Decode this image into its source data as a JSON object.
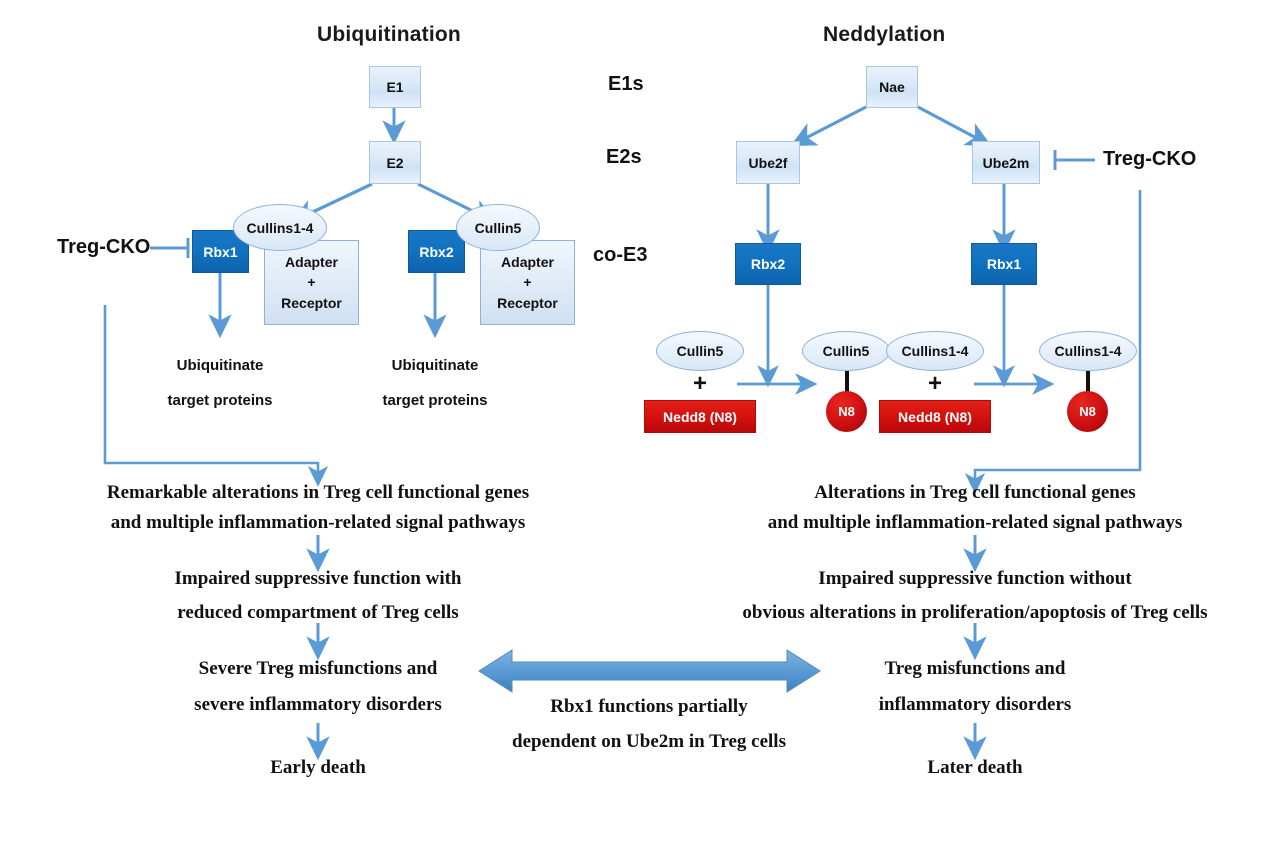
{
  "titles": {
    "left": "Ubiquitination",
    "right": "Neddylation"
  },
  "column_labels": {
    "e1s": "E1s",
    "e2s": "E2s",
    "coe3": "co-E3"
  },
  "colors": {
    "arrow_blue": "#5b9bd5",
    "node_blue": "#1073bf",
    "nedd8_red": "#d2100d",
    "light_blue_fill": "#dceaf8",
    "text_black": "#111111"
  },
  "left_panel": {
    "e1": "E1",
    "e2": "E2",
    "rbx1": "Rbx1",
    "rbx2": "Rbx2",
    "cullins14": "Cullins1-4",
    "cullin5": "Cullin5",
    "adapter_line1": "Adapter",
    "adapter_plus": "+",
    "adapter_line2": "Receptor",
    "treg_cko": "Treg-CKO",
    "ubiquitinate_1a": "Ubiquitinate",
    "ubiquitinate_1b": "target proteins",
    "ubiquitinate_2a": "Ubiquitinate",
    "ubiquitinate_2b": "target proteins",
    "outcome1_a": "Remarkable alterations in Treg cell functional genes",
    "outcome1_b": "and multiple inflammation-related signal pathways",
    "outcome2_a": "Impaired suppressive function with",
    "outcome2_b": "reduced compartment of Treg cells",
    "outcome3_a": "Severe Treg misfunctions and",
    "outcome3_b": "severe inflammatory disorders",
    "outcome4": "Early death"
  },
  "right_panel": {
    "nae": "Nae",
    "ube2f": "Ube2f",
    "ube2m": "Ube2m",
    "rbx2": "Rbx2",
    "rbx1": "Rbx1",
    "treg_cko": "Treg-CKO",
    "cullin5_left": "Cullin5",
    "cullin5_right": "Cullin5",
    "cullins14_left": "Cullins1-4",
    "cullins14_right": "Cullins1-4",
    "plus_left": "+",
    "plus_right": "+",
    "nedd8_left": "Nedd8 (N8)",
    "nedd8_right": "Nedd8 (N8)",
    "n8_left": "N8",
    "n8_right": "N8",
    "outcome1_a": "Alterations in Treg cell functional genes",
    "outcome1_b": "and multiple inflammation-related signal pathways",
    "outcome2_a": "Impaired suppressive function without",
    "outcome2_b": "obvious alterations in proliferation/apoptosis of Treg cells",
    "outcome3_a": "Treg misfunctions and",
    "outcome3_b": "inflammatory disorders",
    "outcome4": "Later death"
  },
  "center": {
    "compare_a": "Rbx1 functions partially",
    "compare_b": "dependent on Ube2m in Treg cells"
  }
}
